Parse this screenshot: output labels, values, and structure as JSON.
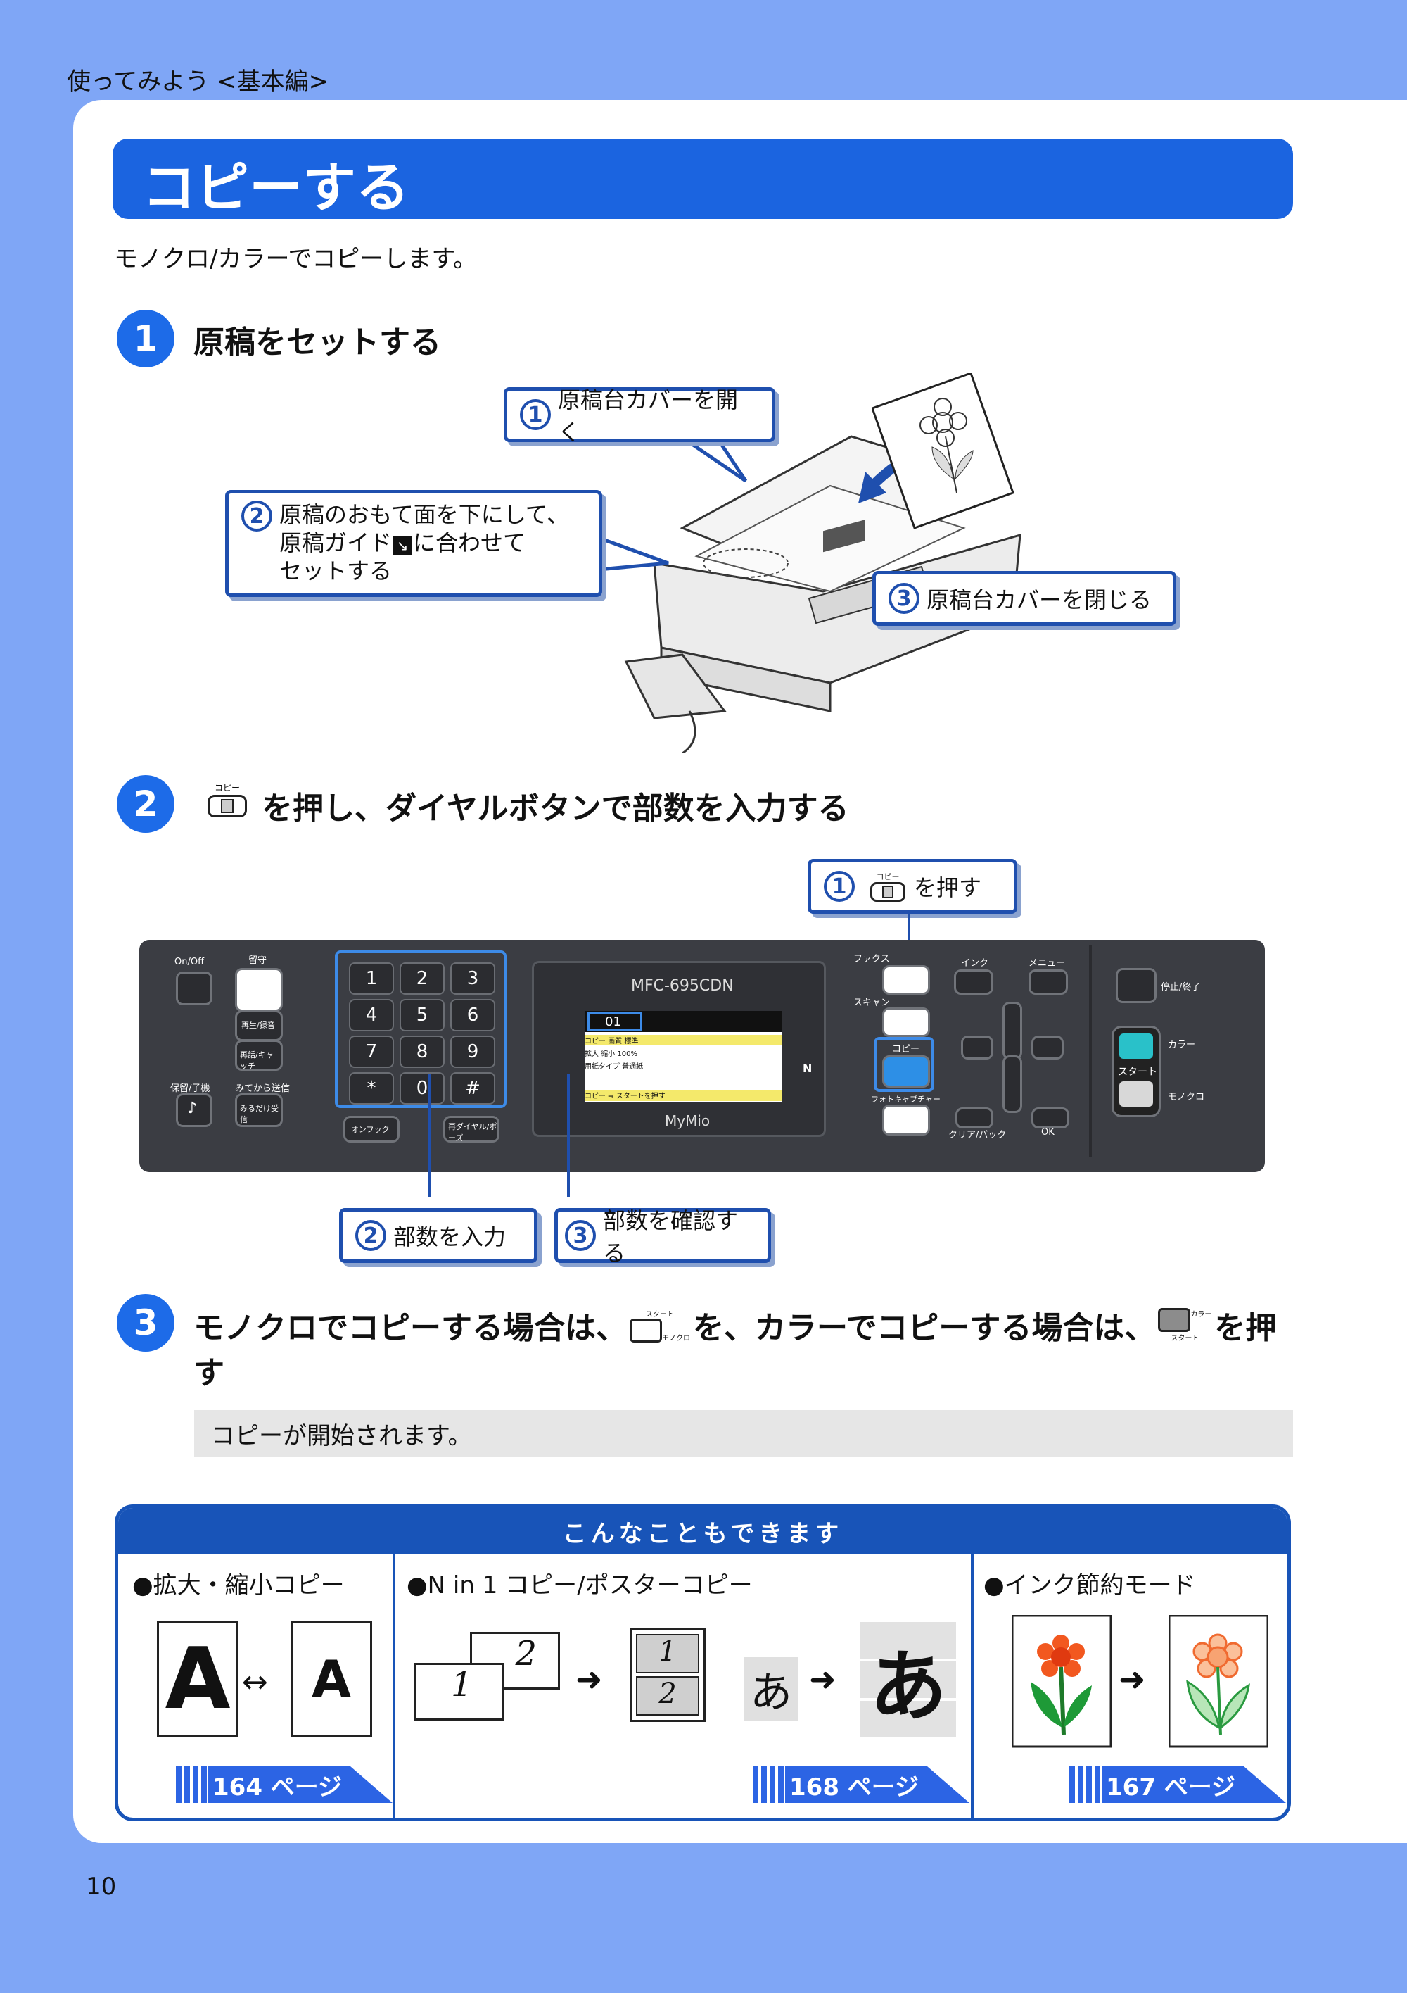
{
  "header": {
    "section": "使ってみよう <基本編>"
  },
  "title": "コピーする",
  "intro": "モノクロ/カラーでコピーします。",
  "steps": [
    {
      "num": "1",
      "text": "原稿をセットする"
    },
    {
      "num": "2",
      "text": "を押し、ダイヤルボタンで部数を入力する"
    },
    {
      "num": "3",
      "text_a": "モノクロでコピーする場合は、",
      "text_b": "を、カラーでコピーする場合は、",
      "text_c": "を押",
      "text_d": "す"
    }
  ],
  "step1_callouts": [
    {
      "num": "1",
      "text": "原稿台カバーを開く"
    },
    {
      "num": "2",
      "line1": "原稿のおもて面を下にして、",
      "line2": "原稿ガイド",
      "line2b": "に合わせて",
      "line3": "セットする"
    },
    {
      "num": "3",
      "text": "原稿台カバーを閉じる"
    }
  ],
  "step2_callouts": [
    {
      "num": "1",
      "text": "を押す"
    },
    {
      "num": "2",
      "text": "部数を入力"
    },
    {
      "num": "3",
      "text": "部数を確認する"
    }
  ],
  "copy_button_caption": "コピー",
  "panel": {
    "model": "MFC-695CDN",
    "brand": "MyMio",
    "on_off": "On/Off",
    "rusu": "留守",
    "play_rec": "再生/録音",
    "catch": "再話/キャッチ",
    "hold": "保留/子機",
    "mite_kara": "みてから送信",
    "mirudake": "みるだけ受信",
    "onhook": "オンフック",
    "redial": "再ダイヤル/ポーズ",
    "fax": "ファクス",
    "scan": "スキャン",
    "copy": "コピー",
    "photo": "フォトキャプチャー",
    "ink": "インク",
    "menu": "メニュー",
    "clear": "クリア/バック",
    "ok": "OK",
    "stop": "停止/終了",
    "color": "カラー",
    "start": "スタート",
    "mono": "モノクロ",
    "keys": [
      "1",
      "2",
      "3",
      "4",
      "5",
      "6",
      "7",
      "8",
      "9",
      "*",
      "0",
      "#"
    ],
    "lcd_count": "01",
    "lcd_rows": [
      "コピー 画質  標準",
      "拡大 縮小  100%",
      "用紙タイプ  普通紙",
      "コピー ⇒ スタートを押す"
    ]
  },
  "start_caption": "スタート",
  "mono_caption": "モノクロ",
  "color_caption": "カラー",
  "note": "コピーが開始されます。",
  "tips": {
    "header": "こんなこともできます",
    "columns": [
      {
        "title": "●拡大・縮小コピー",
        "page": "164 ページ"
      },
      {
        "title": "●N in 1 コピー/ポスターコピー",
        "page": "168 ページ"
      },
      {
        "title": "●インク節約モード",
        "page": "167 ページ"
      }
    ],
    "glyph_big": "A",
    "glyph_small": "A",
    "n1": "1",
    "n2": "2",
    "kana": "あ"
  },
  "page_number": "10",
  "colors": {
    "title_blue": "#1b64e0",
    "border_blue": "#1f4fae",
    "bg": "#7fa6f6"
  }
}
